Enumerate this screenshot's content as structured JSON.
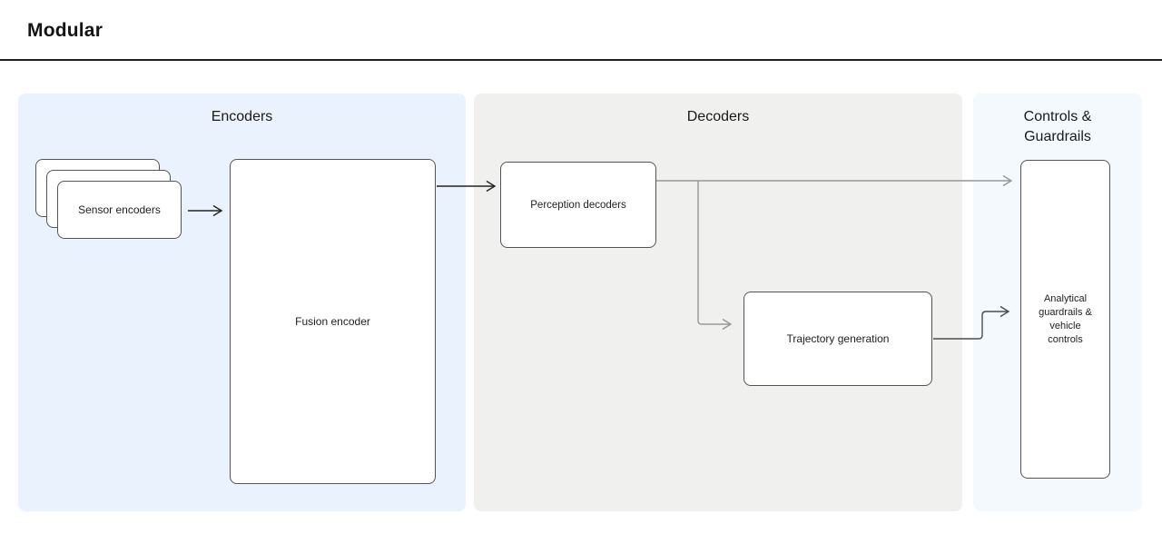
{
  "page": {
    "title": "Modular"
  },
  "colors": {
    "title_text": "#141414",
    "rule_color": "#1f1f1f",
    "encoders_panel": "#e9f2fd",
    "decoders_panel": "#f0f0ef",
    "controls_panel": "#f4f9fe",
    "box_border": "#545454",
    "arrow_dark": "#222222",
    "arrow_gray": "#979797",
    "arrow_mid": "#4c4c4c"
  },
  "panels": {
    "encoders": {
      "title": "Encoders",
      "sensor_card": "Sensor encoders",
      "fusion_box": "Fusion encoder"
    },
    "decoders": {
      "title": "Decoders",
      "perception_box": "Perception decoders",
      "trajectory_box": "Trajectory generation"
    },
    "controls": {
      "title": "Controls &\nGuardrails",
      "controls_box": "Analytical guardrails & vehicle controls"
    }
  }
}
